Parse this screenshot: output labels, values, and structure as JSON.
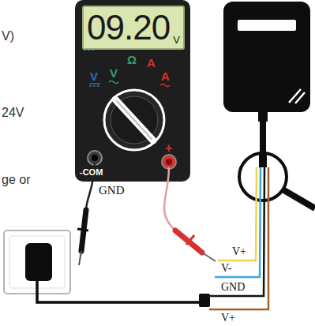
{
  "diagram": {
    "nodes": [
      {
        "text": [
          "09.20",
          "V"
        ]
      }
    ],
    "labels": [
      "V)",
      "24V",
      "ge or",
      "V",
      "V",
      "Ω",
      "A",
      "A",
      "-COM",
      "+",
      "GND",
      "V+",
      "V-",
      "GND",
      "V+"
    ]
  }
}
